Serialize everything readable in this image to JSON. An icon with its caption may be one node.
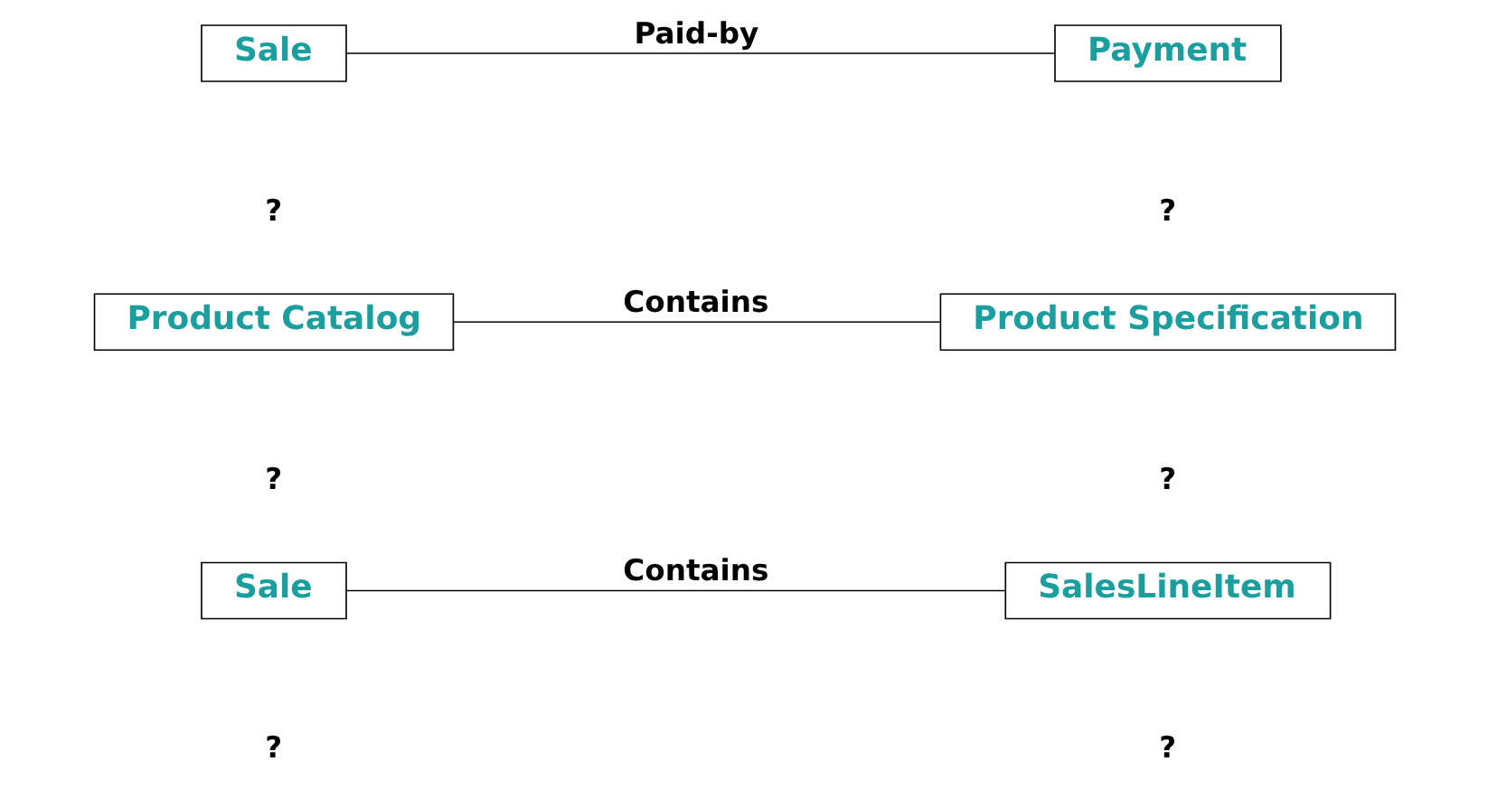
{
  "diagram": {
    "nodes": [
      {
        "text": [
          "Sale"
        ]
      },
      {
        "text": [
          "SalesLineItem"
        ]
      },
      {
        "text": [
          "Product Catalog"
        ]
      },
      {
        "text": [
          "Product Specification"
        ]
      },
      {
        "text": [
          "Sale"
        ]
      },
      {
        "text": [
          "Payment"
        ]
      }
    ],
    "edges": [
      {
        "from": 0,
        "to": 1,
        "arrow": "none",
        "label": "Contains"
      },
      {
        "from": 2,
        "to": 3,
        "arrow": "none",
        "label": "Contains"
      },
      {
        "from": 4,
        "to": 5,
        "arrow": "none",
        "label": "Paid-by"
      }
    ],
    "labels": [
      "?",
      "?",
      "?",
      "?",
      "?",
      "?"
    ]
  }
}
